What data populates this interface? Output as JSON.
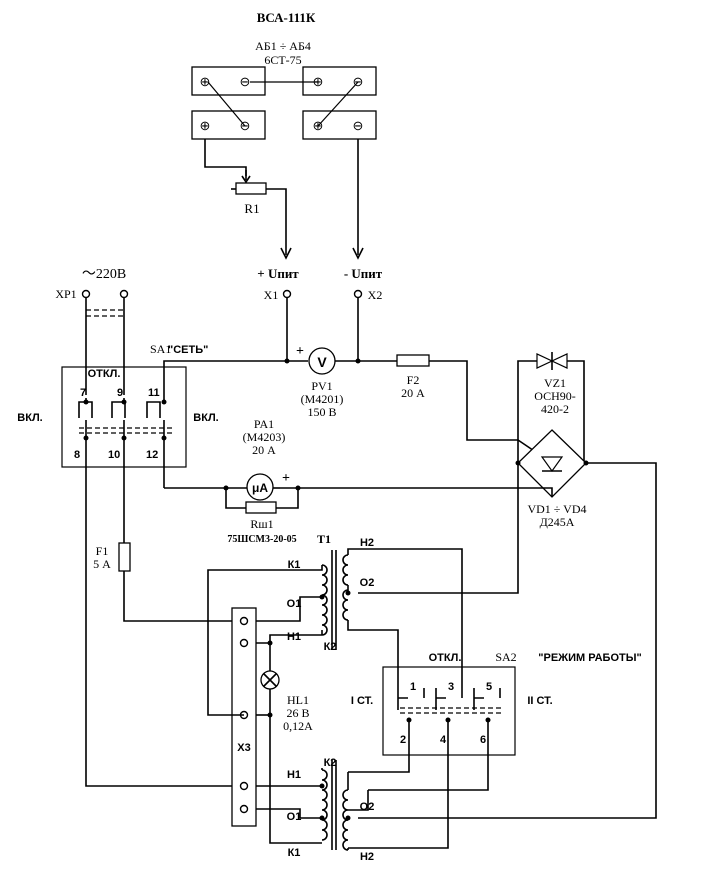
{
  "title": "ВСА-111К",
  "battery": {
    "label": "АБ1 ÷ АБ4",
    "type": "6СТ-75",
    "plus": "⊕",
    "minus": "⊖"
  },
  "r1": {
    "label": "R1"
  },
  "supply": {
    "plus": "+ Uпит",
    "minus": "- Uпит",
    "x1": "X1",
    "x2": "X2"
  },
  "mains": {
    "voltage": "～220В",
    "plug": "XP1"
  },
  "sa1": {
    "label": "SA1",
    "name": "\"СЕТЬ\"",
    "off": "ОТКЛ.",
    "on_left": "ВКЛ.",
    "on_right": "ВКЛ.",
    "contacts_top": [
      "7",
      "9",
      "11"
    ],
    "contacts_bottom": [
      "8",
      "10",
      "12"
    ]
  },
  "pv1": {
    "label": "PV1",
    "model": "(М4201)",
    "range": "150 В",
    "symbol": "V",
    "plus": "+"
  },
  "f2": {
    "label": "F2",
    "rating": "20 А"
  },
  "vz1": {
    "label": "VZ1",
    "model": "ОСН90-",
    "model2": "420-2"
  },
  "pa1": {
    "label": "PA1",
    "model": "(М4203)",
    "range": "20 А",
    "symbol": "μA",
    "plus": "+"
  },
  "rsh1": {
    "label": "Rш1",
    "model": "75ШСМ3-20-05"
  },
  "vd": {
    "label": "VD1 ÷ VD4",
    "model": "Д245А"
  },
  "f1": {
    "label": "F1",
    "rating": "5 А"
  },
  "t1": {
    "label": "T1",
    "upper": {
      "k1": "К1",
      "o1": "О1",
      "h1": "Н1",
      "k2": "К2",
      "h2": "Н2",
      "o2": "О2"
    },
    "lower": {
      "k2": "К2",
      "h1": "Н1",
      "o1": "О1",
      "k1": "К1",
      "o2": "О2",
      "h2": "Н2"
    }
  },
  "hl1": {
    "label": "HL1",
    "voltage": "26 В",
    "current": "0,12А"
  },
  "x3": {
    "label": "X3"
  },
  "sa2": {
    "label": "SA2",
    "name": "\"РЕЖИМ РАБОТЫ\"",
    "off": "ОТКЛ.",
    "left": "I СТ.",
    "right": "II СТ.",
    "contacts_top": [
      "1",
      "3",
      "5"
    ],
    "contacts_bottom": [
      "2",
      "4",
      "6"
    ]
  }
}
